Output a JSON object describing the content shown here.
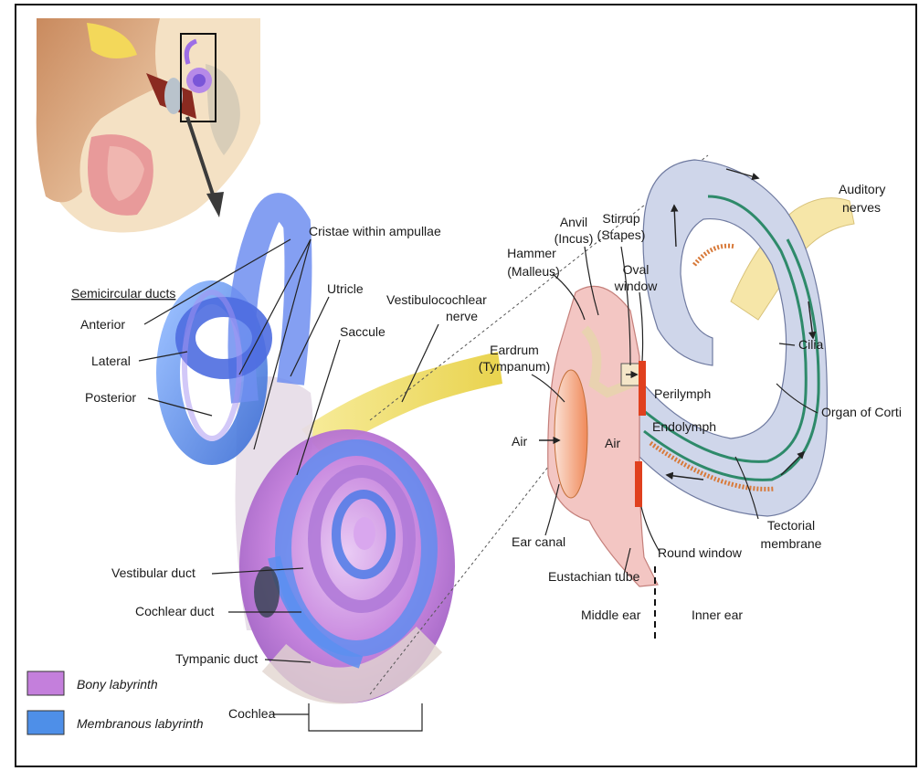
{
  "colors": {
    "bony_labyrinth": "#c47fdc",
    "membranous_labyrinth": "#4e8fe8",
    "perilymph": "#cfd6ea",
    "endolymph_membrane": "#2e8a6a",
    "middle_ear": "#f3c6c3",
    "window_red": "#e0401e",
    "nerve_yellow": "#f4e27a"
  },
  "left": {
    "semicircular_ducts_heading": "Semicircular ducts",
    "labels": {
      "anterior": "Anterior",
      "lateral": "Lateral",
      "posterior": "Posterior",
      "cristae": "Cristae within ampullae",
      "utricle": "Utricle",
      "saccule": "Saccule",
      "vestibulocochlear_1": "Vestibulocochlear",
      "vestibulocochlear_2": "nerve",
      "vestibular_duct": "Vestibular duct",
      "cochlear_duct": "Cochlear duct",
      "tympanic_duct": "Tympanic duct",
      "cochlea": "Cochlea"
    },
    "legend": [
      {
        "label": "Bony labyrinth",
        "color": "#c47fdc"
      },
      {
        "label": "Membranous labyrinth",
        "color": "#4e8fe8"
      }
    ]
  },
  "right": {
    "labels": {
      "auditory_1": "Auditory",
      "auditory_2": "nerves",
      "anvil_1": "Anvil",
      "anvil_2": "(Incus)",
      "stirrup_1": "Stirrup",
      "stirrup_2": "(Stapes)",
      "hammer_1": "Hammer",
      "hammer_2": "(Malleus)",
      "oval_1": "Oval",
      "oval_2": "window",
      "eardrum_1": "Eardrum",
      "eardrum_2": "(Tympanum)",
      "air_outer": "Air",
      "air_middle": "Air",
      "perilymph": "Perilymph",
      "endolymph": "Endolymph",
      "cilia": "Cilia",
      "organ_of_corti": "Organ of Corti",
      "ear_canal": "Ear canal",
      "round_window": "Round window",
      "eustachian_tube": "Eustachian tube",
      "tectorial_1": "Tectorial",
      "tectorial_2": "membrane",
      "middle_ear": "Middle ear",
      "inner_ear": "Inner ear"
    }
  }
}
